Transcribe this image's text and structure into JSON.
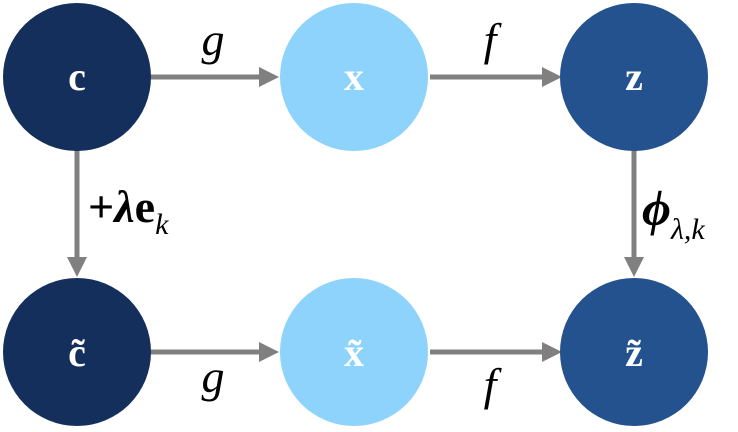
{
  "colors": {
    "dark_navy": "#142f5c",
    "light_blue": "#8dd3fb",
    "mid_blue": "#24528f",
    "arrow": "#808080",
    "text": "#000000"
  },
  "nodes": {
    "c": "c",
    "x": "x",
    "z": "z",
    "c_tilde": "c̃",
    "x_tilde": "x̃",
    "z_tilde": "z̃"
  },
  "edges": {
    "g_top": "g",
    "f_top": "f",
    "g_bottom": "g",
    "f_bottom": "f",
    "perturb": {
      "plus": "+",
      "lambda": "λ",
      "e": "e",
      "sub": "k"
    },
    "phi": {
      "main": "ϕ",
      "sub": "λ,k"
    }
  }
}
